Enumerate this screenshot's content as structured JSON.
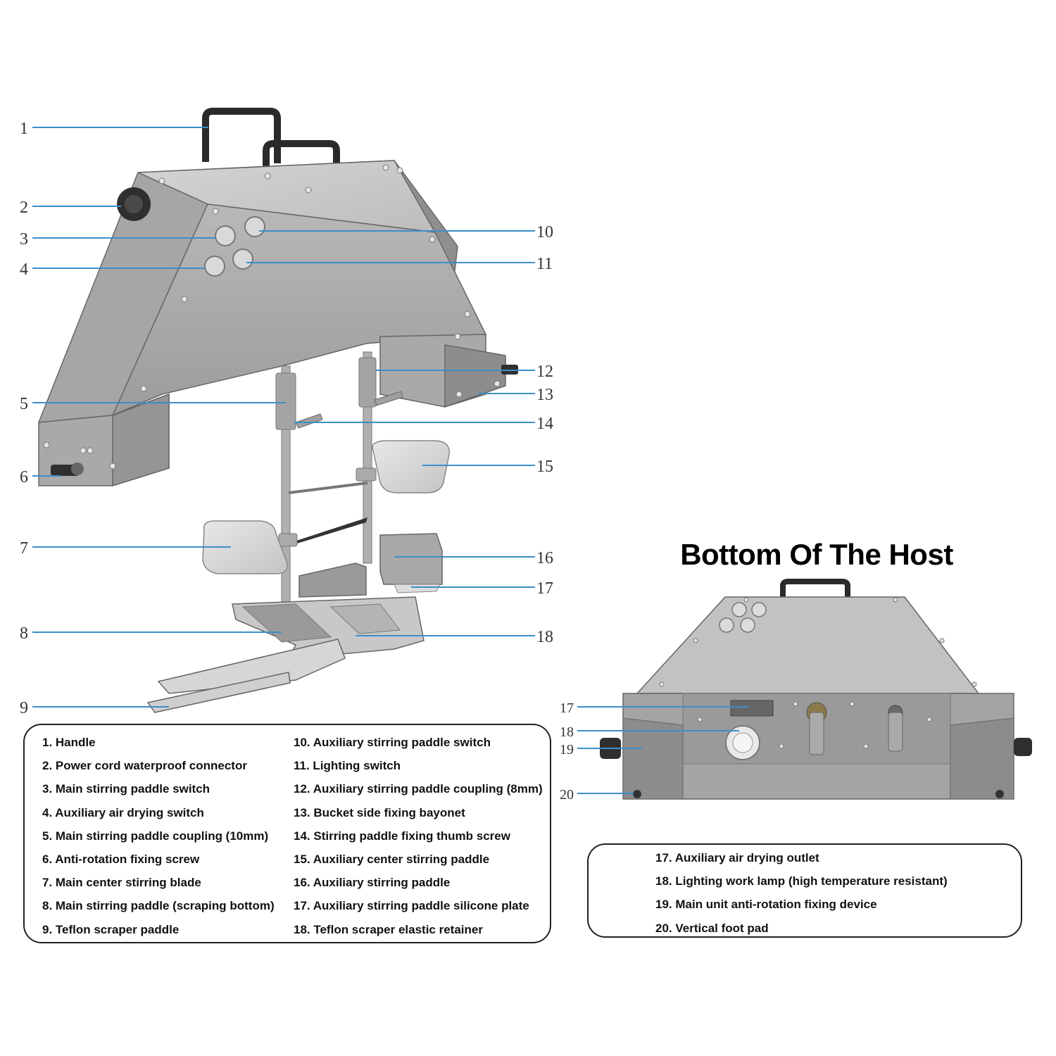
{
  "bottom_title": "Bottom Of The Host",
  "callouts_left": [
    "1",
    "2",
    "3",
    "4",
    "5",
    "6",
    "7",
    "8",
    "9"
  ],
  "callouts_right": [
    "10",
    "11",
    "12",
    "13",
    "14",
    "15",
    "16",
    "17",
    "18"
  ],
  "callouts_bottom": [
    "17",
    "18",
    "19",
    "20"
  ],
  "legend_main": {
    "col1": [
      "1. Handle",
      "2. Power cord waterproof connector",
      "3. Main stirring paddle switch",
      "4. Auxiliary air drying switch",
      "5. Main stirring paddle coupling (10mm)",
      "6. Anti-rotation fixing screw",
      "7. Main center stirring blade",
      "8. Main stirring paddle (scraping bottom)",
      "9. Teflon scraper paddle"
    ],
    "col2": [
      "10. Auxiliary stirring paddle switch",
      "11. Lighting switch",
      "12. Auxiliary stirring paddle coupling (8mm)",
      "13. Bucket side fixing bayonet",
      "14. Stirring paddle fixing thumb screw",
      "15. Auxiliary center stirring paddle",
      "16. Auxiliary stirring paddle",
      "17. Auxiliary stirring paddle silicone plate",
      "18. Teflon scraper elastic retainer"
    ]
  },
  "legend_bottom": [
    "17. Auxiliary air drying outlet",
    "18. Lighting work lamp (high temperature resistant)",
    "19. Main unit anti-rotation fixing device",
    "20. Vertical foot pad"
  ]
}
